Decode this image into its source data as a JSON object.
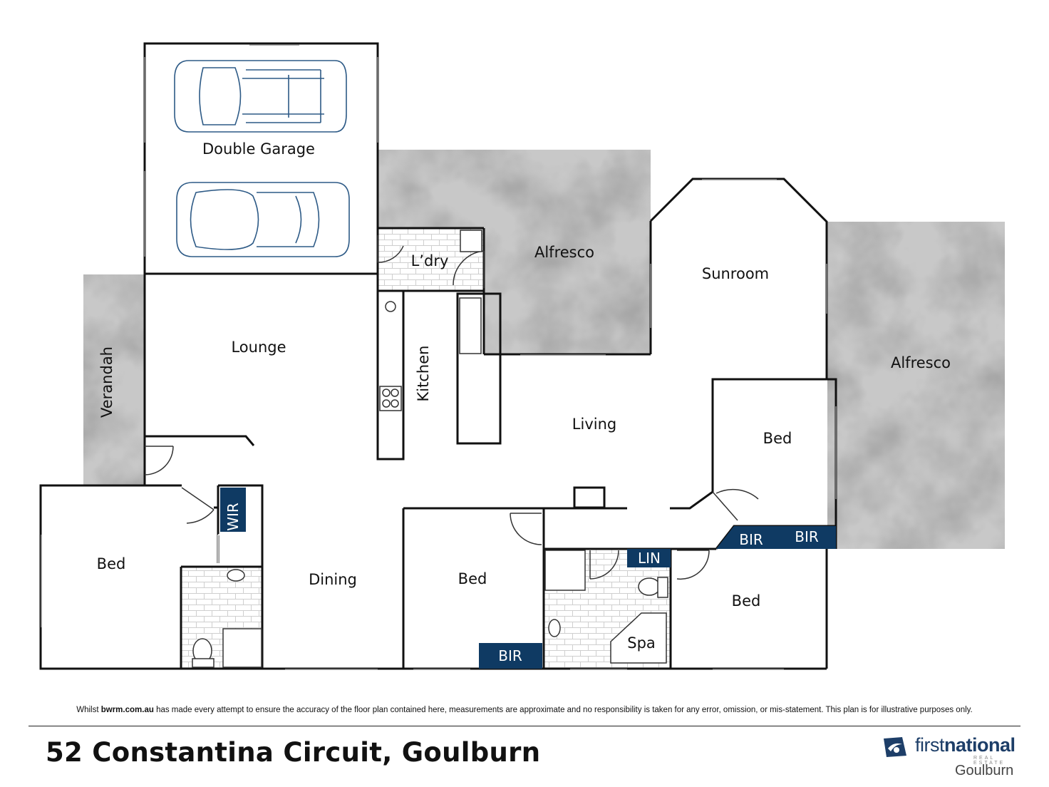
{
  "rooms": {
    "double_garage": "Double Garage",
    "alfresco_top": "Alfresco",
    "sunroom": "Sunroom",
    "laundry": "L’dry",
    "lounge": "Lounge",
    "kitchen": "Kitchen",
    "verandah": "Verandah",
    "living": "Living",
    "alfresco_right": "Alfresco",
    "bed_right": "Bed",
    "bed_left": "Bed",
    "wir": "WIR",
    "dining": "Dining",
    "bed_middle": "Bed",
    "bir_middle": "BIR",
    "lin": "LIN",
    "spa": "Spa",
    "bed_bottom_right": "Bed",
    "bir_right_a": "BIR",
    "bir_right_b": "BIR"
  },
  "disclaimer": {
    "pre": "Whilst ",
    "site": "bwrm.com.au",
    "post": " has made every attempt to ensure the accuracy of the floor plan contained here, measurements are approximate and no responsibility is taken for any error, omission, or mis-statement. This plan is for illustrative purposes only."
  },
  "address": "52 Constantina Circuit, Goulburn",
  "brand": {
    "name_part1": "first",
    "name_part2": "national",
    "subtitle": "REAL ESTATE",
    "town": "Goulburn",
    "color": "#1d3e68"
  },
  "colors": {
    "wall": "#111111",
    "tag_fill": "#0f3a63",
    "outdoor": "#9a9a9a",
    "tile_line": "#cfcfcf",
    "car_stroke": "#2d5a86"
  }
}
